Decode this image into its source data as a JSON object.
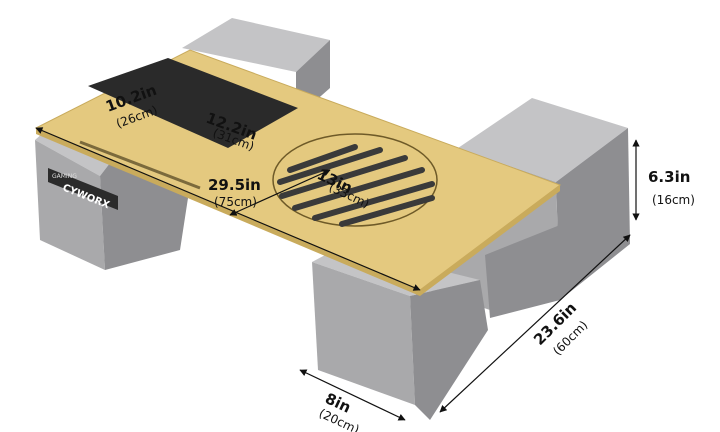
{
  "brand": {
    "logo_text": "CYWORX",
    "logo_small": "GAMING"
  },
  "colors": {
    "foam": "#a9a9ab",
    "foam_dark": "#8e8e91",
    "foam_light": "#c4c4c6",
    "tray": "#e4c97f",
    "tray_edge": "#c9ab5c",
    "pad": "#2a2a2a",
    "vent": "#3a3a3a"
  },
  "dimensions": {
    "pad_height": {
      "main": "10.2in",
      "sub": "(26cm)"
    },
    "pad_width": {
      "main": "12.2in",
      "sub": "(31cm)"
    },
    "tray_length": {
      "main": "29.5in",
      "sub": "(75cm)"
    },
    "tray_vent": {
      "main": "13in",
      "sub": "(33cm)"
    },
    "block_height": {
      "main": "6.3in",
      "sub": "(16cm)"
    },
    "block_length": {
      "main": "23.6in",
      "sub": "(60cm)"
    },
    "block_width": {
      "main": "8in",
      "sub": "(20cm)"
    }
  }
}
